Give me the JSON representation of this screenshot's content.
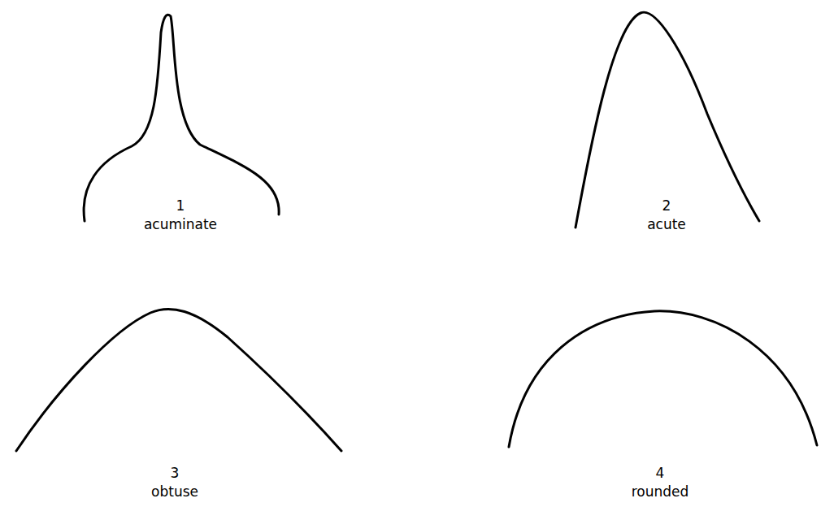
{
  "diagram": {
    "labels": [
      "1",
      "acuminate",
      "2",
      "acute",
      "3",
      "obtuse",
      "4",
      "rounded"
    ]
  }
}
